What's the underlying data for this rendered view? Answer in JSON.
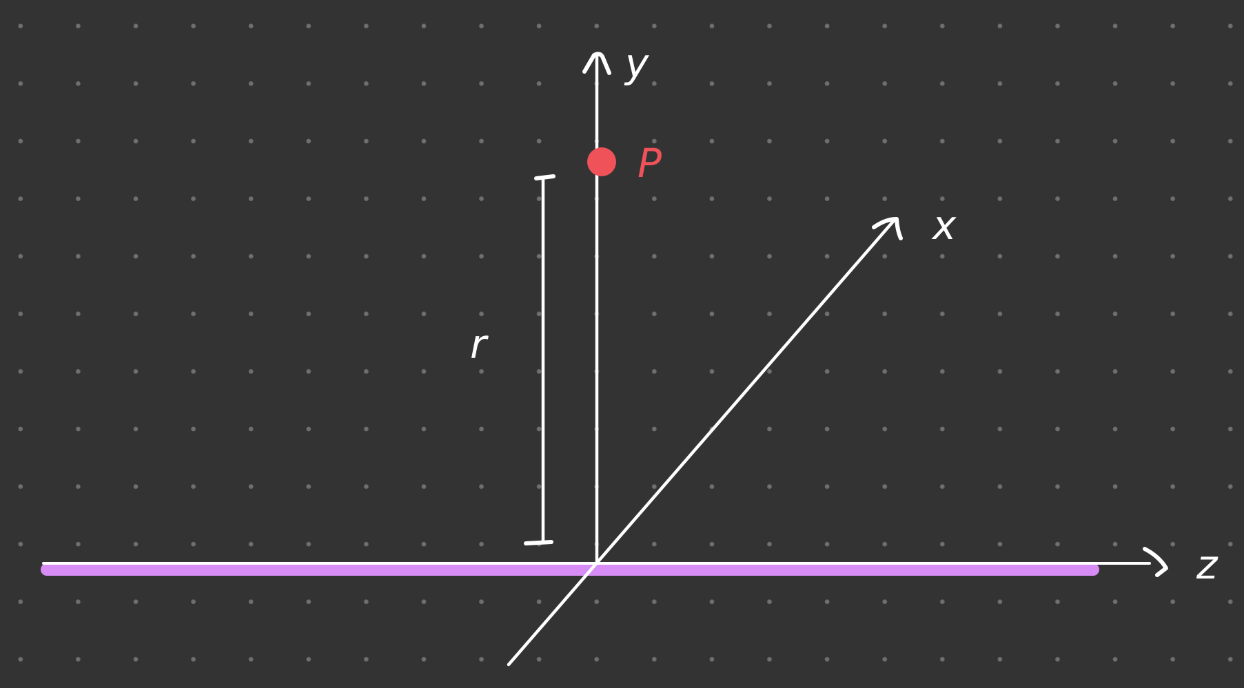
{
  "diagram": {
    "axis_labels": {
      "y": "y",
      "x": "x",
      "z": "z"
    },
    "point_label": "P",
    "length_label": "r",
    "colors": {
      "background": "#333333",
      "grid_dots": "#6f6f6f",
      "axes": "#ffffff",
      "point": "#f0525a",
      "plane_line": "#d88cf5"
    }
  }
}
